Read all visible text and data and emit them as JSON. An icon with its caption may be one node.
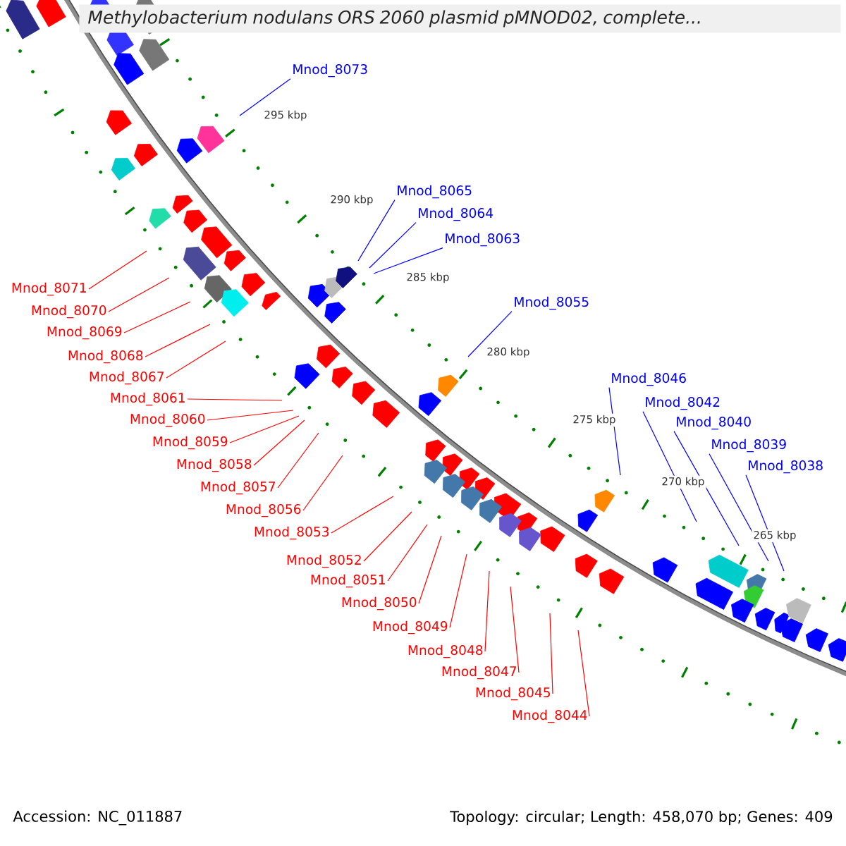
{
  "diagram": {
    "title": "Methylobacterium nodulans ORS 2060 plasmid pMNOD02, complete...",
    "nodes": [
      {
        "text": [
          "Mnod_8073"
        ]
      },
      {
        "text": [
          "Mnod_8065"
        ]
      },
      {
        "text": [
          "Mnod_8064"
        ]
      },
      {
        "text": [
          "Mnod_8063"
        ]
      },
      {
        "text": [
          "Mnod_8055"
        ]
      },
      {
        "text": [
          "Mnod_8046"
        ]
      },
      {
        "text": [
          "Mnod_8042"
        ]
      },
      {
        "text": [
          "Mnod_8040"
        ]
      },
      {
        "text": [
          "Mnod_8039"
        ]
      },
      {
        "text": [
          "Mnod_8038"
        ]
      },
      {
        "text": [
          "Mnod_8071"
        ]
      },
      {
        "text": [
          "Mnod_8070"
        ]
      },
      {
        "text": [
          "Mnod_8069"
        ]
      },
      {
        "text": [
          "Mnod_8068"
        ]
      },
      {
        "text": [
          "Mnod_8067"
        ]
      },
      {
        "text": [
          "Mnod_8061"
        ]
      },
      {
        "text": [
          "Mnod_8060"
        ]
      },
      {
        "text": [
          "Mnod_8059"
        ]
      },
      {
        "text": [
          "Mnod_8058"
        ]
      },
      {
        "text": [
          "Mnod_8057"
        ]
      },
      {
        "text": [
          "Mnod_8056"
        ]
      },
      {
        "text": [
          "Mnod_8053"
        ]
      },
      {
        "text": [
          "Mnod_8052"
        ]
      },
      {
        "text": [
          "Mnod_8051"
        ]
      },
      {
        "text": [
          "Mnod_8050"
        ]
      },
      {
        "text": [
          "Mnod_8049"
        ]
      },
      {
        "text": [
          "Mnod_8048"
        ]
      },
      {
        "text": [
          "Mnod_8047"
        ]
      },
      {
        "text": [
          "Mnod_8045"
        ]
      },
      {
        "text": [
          "Mnod_8044"
        ]
      }
    ],
    "edges": [
      {
        "from": 0,
        "to": null,
        "arrow": "none",
        "color": "#0000ff"
      },
      {
        "from": 1,
        "to": null,
        "arrow": "none",
        "color": "#0000ff"
      },
      {
        "from": 2,
        "to": null,
        "arrow": "none",
        "color": "#0000ff"
      },
      {
        "from": 3,
        "to": null,
        "arrow": "none",
        "color": "#0000ff"
      },
      {
        "from": 4,
        "to": null,
        "arrow": "none",
        "color": "#0000ff"
      },
      {
        "from": 5,
        "to": null,
        "arrow": "none",
        "color": "#0000ff"
      },
      {
        "from": 6,
        "to": null,
        "arrow": "none",
        "color": "#0000ff"
      },
      {
        "from": 7,
        "to": null,
        "arrow": "none",
        "color": "#0000ff"
      },
      {
        "from": 8,
        "to": null,
        "arrow": "none",
        "color": "#0000ff"
      },
      {
        "from": 9,
        "to": null,
        "arrow": "none",
        "color": "#0000ff"
      },
      {
        "from": 10,
        "to": null,
        "arrow": "none"
      },
      {
        "from": 11,
        "to": null,
        "arrow": "none"
      },
      {
        "from": 12,
        "to": null,
        "arrow": "none"
      },
      {
        "from": 13,
        "to": null,
        "arrow": "none"
      },
      {
        "from": 14,
        "to": null,
        "arrow": "none"
      },
      {
        "from": 15,
        "to": null,
        "arrow": "none"
      },
      {
        "from": 16,
        "to": null,
        "arrow": "none"
      },
      {
        "from": 17,
        "to": null,
        "arrow": "none"
      },
      {
        "from": 18,
        "to": null,
        "arrow": "none"
      },
      {
        "from": 19,
        "to": null,
        "arrow": "none"
      },
      {
        "from": 20,
        "to": null,
        "arrow": "none"
      },
      {
        "from": 21,
        "to": null,
        "arrow": "none"
      },
      {
        "from": 22,
        "to": null,
        "arrow": "none"
      },
      {
        "from": 23,
        "to": null,
        "arrow": "none"
      },
      {
        "from": 24,
        "to": null,
        "arrow": "none"
      },
      {
        "from": 25,
        "to": null,
        "arrow": "none"
      },
      {
        "from": 26,
        "to": null,
        "arrow": "none"
      },
      {
        "from": 27,
        "to": null,
        "arrow": "none"
      },
      {
        "from": 28,
        "to": null,
        "arrow": "none"
      },
      {
        "from": 29,
        "to": null,
        "arrow": "none"
      }
    ],
    "labels": [
      "295 kbp",
      "290 kbp",
      "285 kbp",
      "280 kbp",
      "275 kbp",
      "270 kbp",
      "265 kbp",
      "Accession: NC_011887",
      "Topology: circular; Length: 458,070 bp; Genes: 409"
    ]
  }
}
